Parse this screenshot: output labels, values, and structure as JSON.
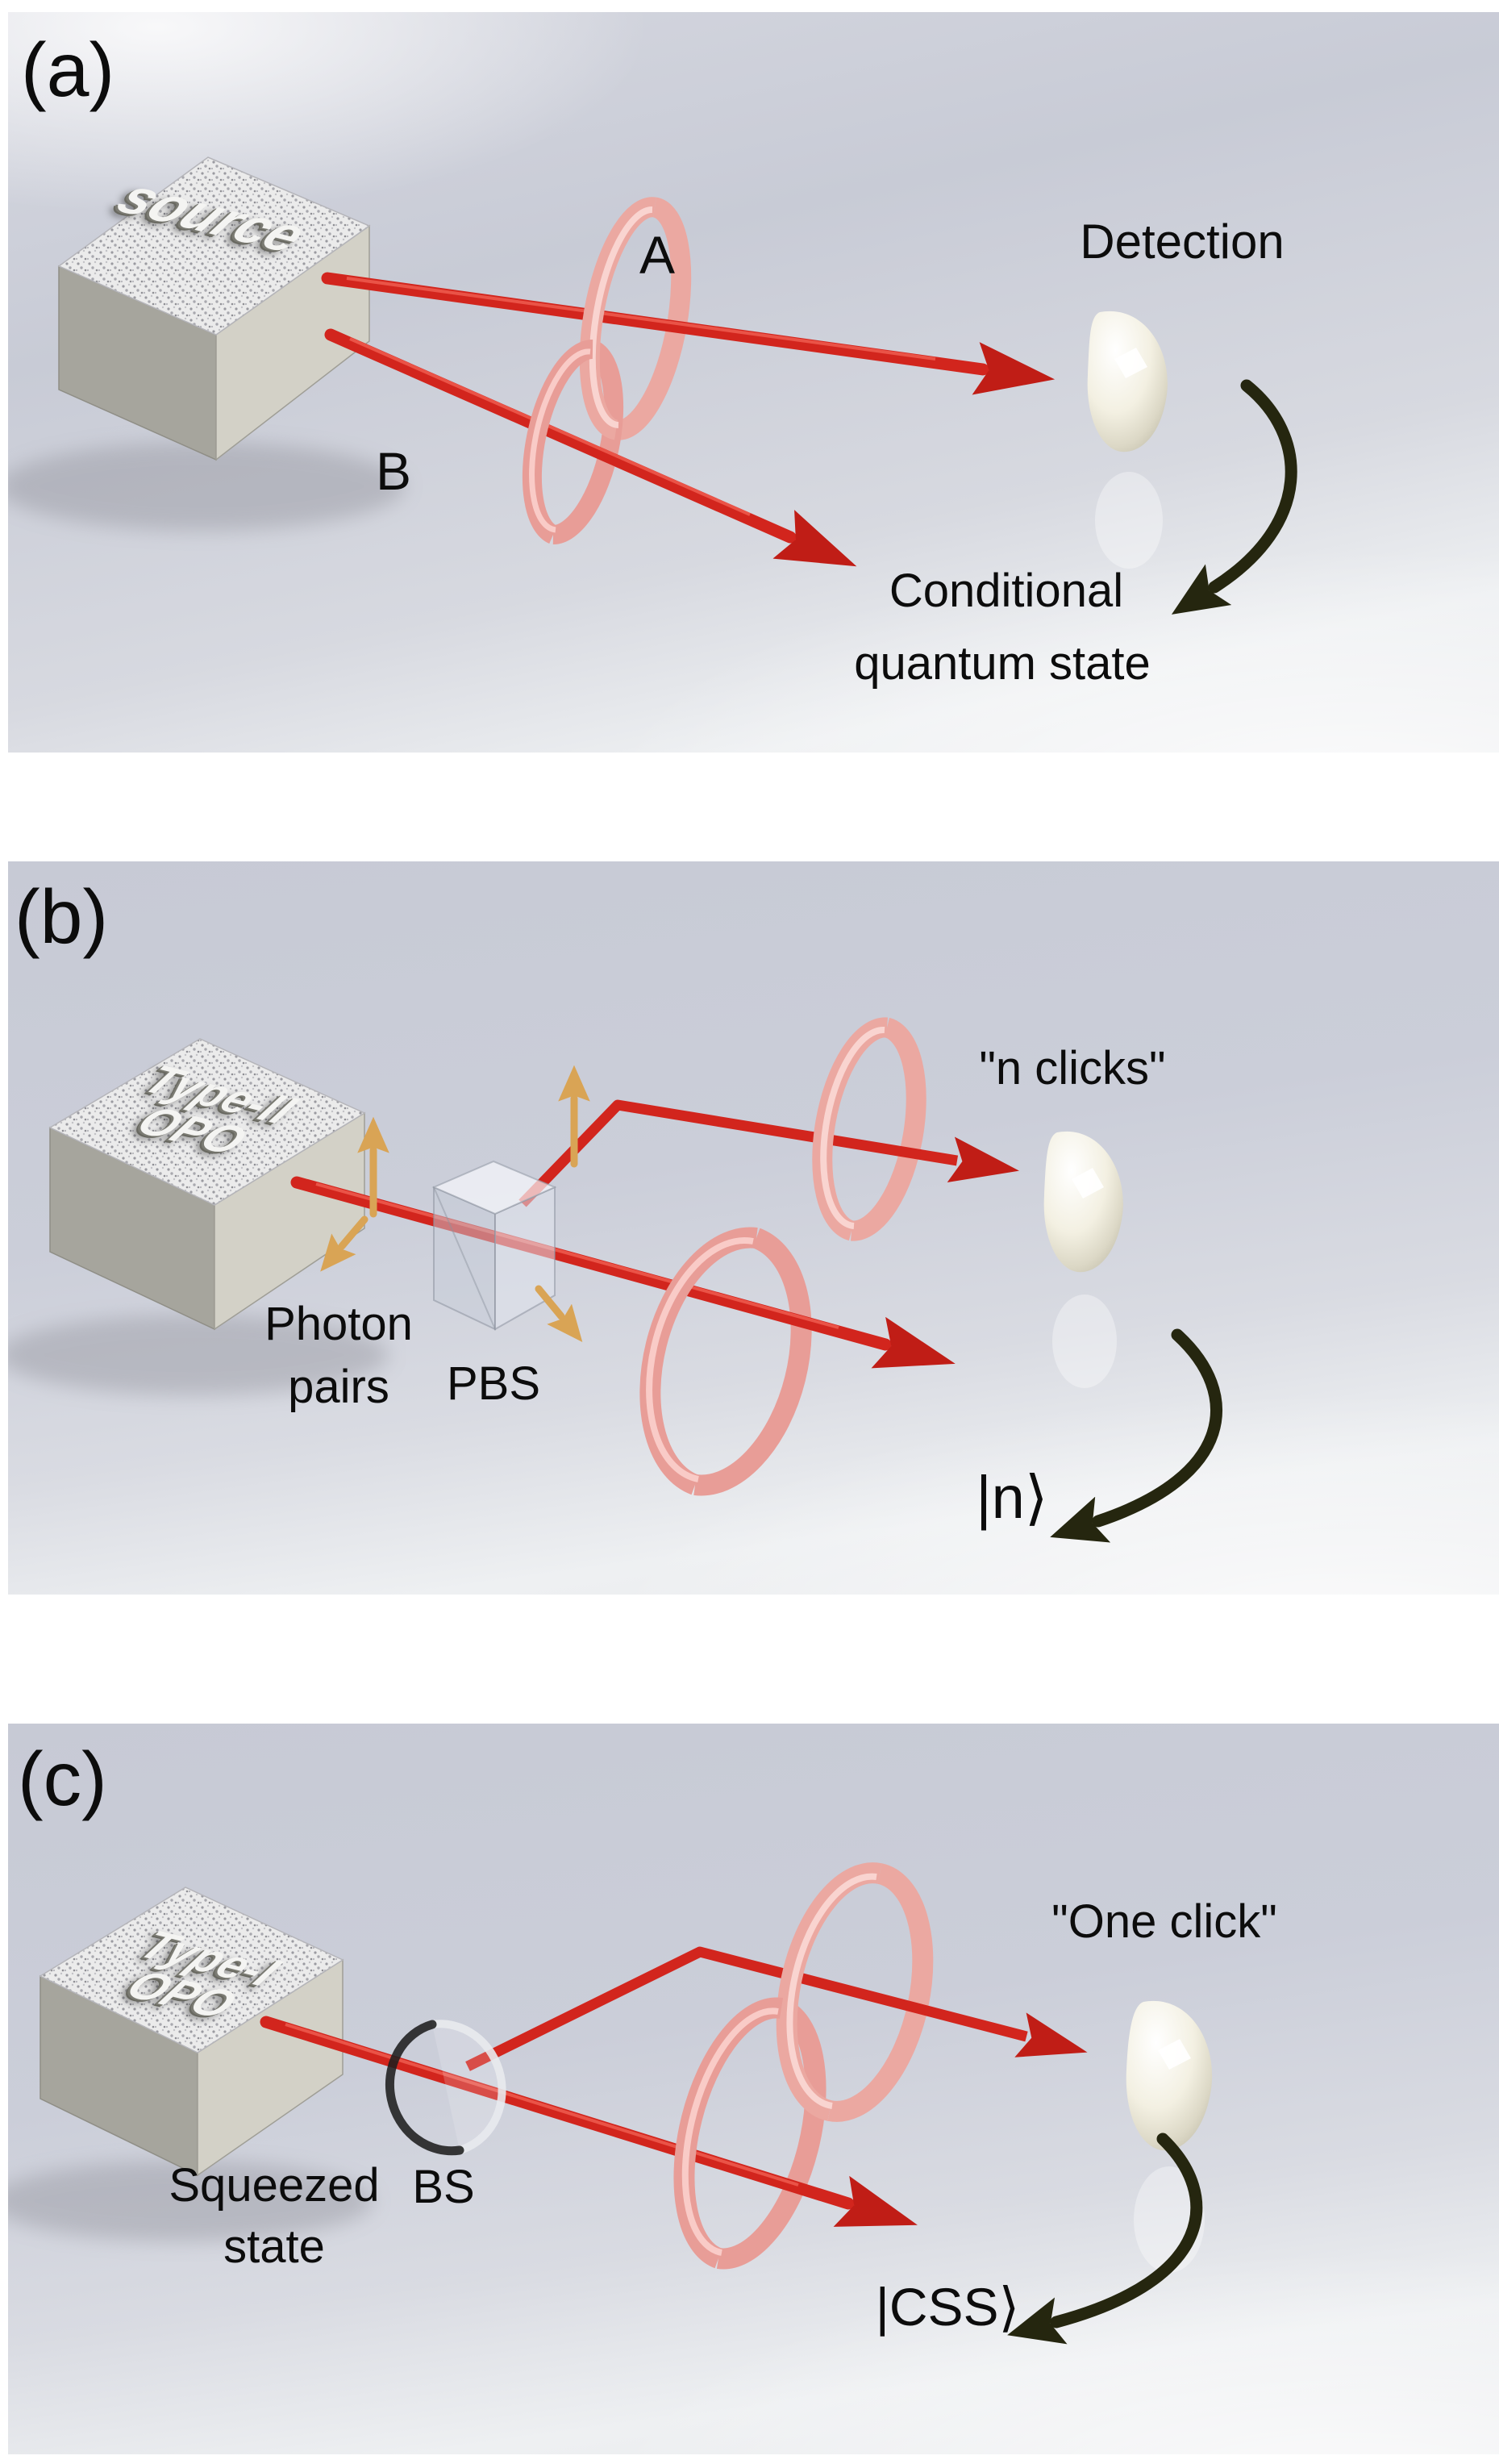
{
  "figure": {
    "panels": [
      {
        "tag": "(a)",
        "box_label": "source",
        "beam_upper_label": "A",
        "beam_lower_label": "B",
        "detector_caption": "Detection",
        "result_caption_line1": "Conditional",
        "result_caption_line2": "quantum state"
      },
      {
        "tag": "(b)",
        "box_label_line1": "Type-II",
        "box_label_line2": "OPO",
        "output_caption_line1": "Photon",
        "output_caption_line2": "pairs",
        "splitter_label": "PBS",
        "detector_caption": "\"n clicks\"",
        "state_label": "|n⟩"
      },
      {
        "tag": "(c)",
        "box_label_line1": "Type-I",
        "box_label_line2": "OPO",
        "output_caption_line1": "Squeezed",
        "output_caption_line2": "state",
        "splitter_label": "BS",
        "detector_caption": "\"One click\"",
        "state_label": "|CSS⟩"
      }
    ],
    "colors": {
      "beam_red": "#d2251d",
      "ring_pink": "#eba8a1",
      "detector_cream": "#f0eddf",
      "annotation_dark": "#25260f",
      "polarization_tan": "#ddab67",
      "panel_bg_top": "#c7cad5",
      "panel_bg_bottom": "#e8e9ec",
      "text_black": "#0c0c0c"
    }
  }
}
